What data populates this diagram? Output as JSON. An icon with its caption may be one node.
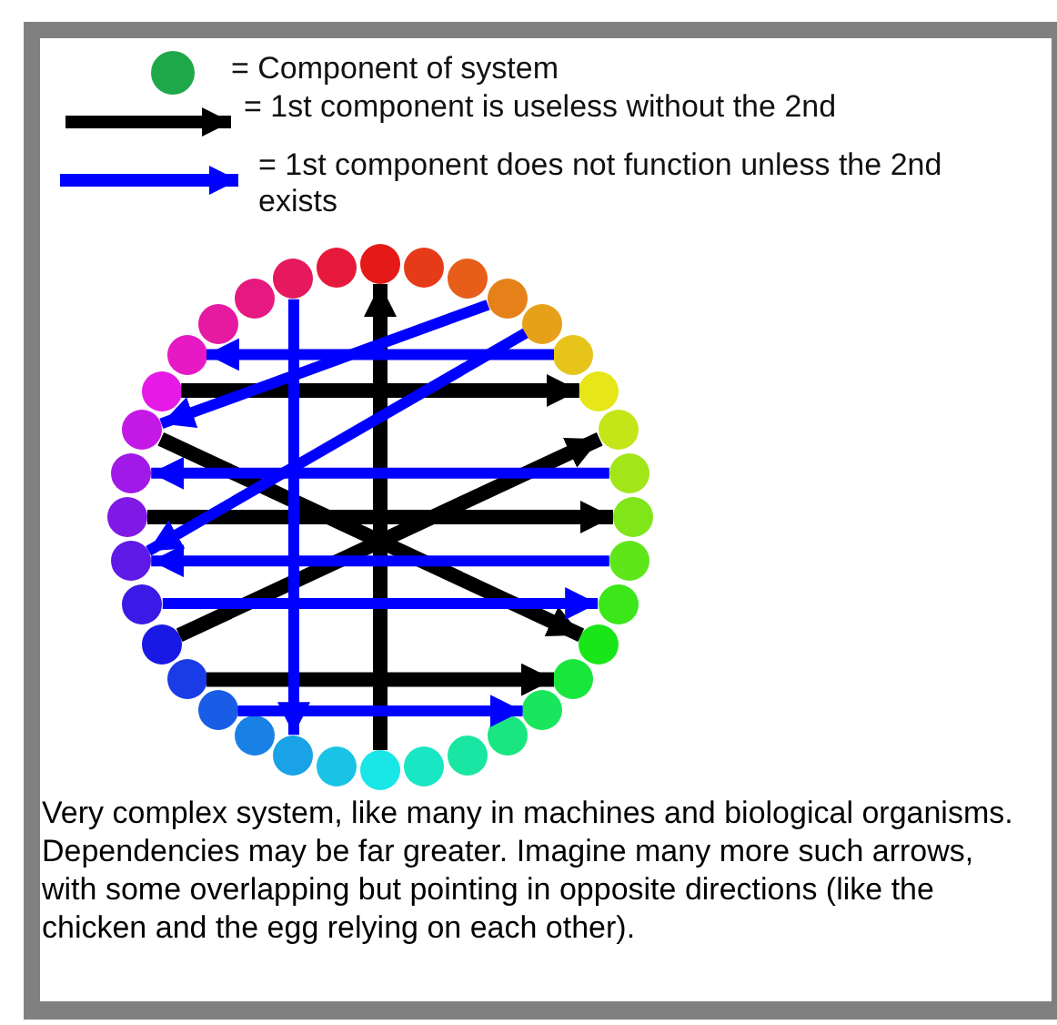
{
  "diagram": {
    "caption": "Very complex system, like many in machines and biological organisms. Dependencies may be far greater. Imagine many more such arrows, with some overlapping but pointing in opposite directions (like the chicken and the egg relying on each other).",
    "nodes": [
      {
        "text": [],
        "shape": "circle"
      },
      {
        "text": [],
        "shape": "circle"
      },
      {
        "text": [],
        "shape": "circle"
      },
      {
        "text": [],
        "shape": "circle"
      },
      {
        "text": [],
        "shape": "circle"
      },
      {
        "text": [],
        "shape": "circle"
      },
      {
        "text": [],
        "shape": "circle"
      },
      {
        "text": [],
        "shape": "circle"
      },
      {
        "text": [],
        "shape": "circle"
      },
      {
        "text": [],
        "shape": "circle"
      },
      {
        "text": [],
        "shape": "circle"
      },
      {
        "text": [],
        "shape": "circle"
      },
      {
        "text": [],
        "shape": "circle"
      },
      {
        "text": [],
        "shape": "circle"
      },
      {
        "text": [],
        "shape": "circle"
      },
      {
        "text": [],
        "shape": "circle"
      },
      {
        "text": [],
        "shape": "circle"
      },
      {
        "text": [],
        "shape": "circle"
      },
      {
        "text": [],
        "shape": "circle"
      },
      {
        "text": [],
        "shape": "circle"
      },
      {
        "text": [],
        "shape": "circle"
      },
      {
        "text": [],
        "shape": "circle"
      },
      {
        "text": [],
        "shape": "circle"
      },
      {
        "text": [],
        "shape": "circle"
      },
      {
        "text": [],
        "shape": "circle"
      },
      {
        "text": [],
        "shape": "circle"
      },
      {
        "text": [],
        "shape": "circle"
      },
      {
        "text": [],
        "shape": "circle"
      },
      {
        "text": [],
        "shape": "circle"
      },
      {
        "text": [],
        "shape": "circle"
      },
      {
        "text": [],
        "shape": "circle"
      },
      {
        "text": [],
        "shape": "circle"
      },
      {
        "text": [],
        "shape": "circle"
      },
      {
        "text": [],
        "shape": "circle"
      },
      {
        "text": [],
        "shape": "circle"
      },
      {
        "text": [],
        "shape": "circle"
      }
    ],
    "edges": [
      {
        "from": 18,
        "to": 0,
        "arrow": "to",
        "color": "#000000"
      },
      {
        "from": 30,
        "to": 6,
        "arrow": "to",
        "color": "#000000"
      },
      {
        "from": 29,
        "to": 12,
        "arrow": "to",
        "color": "#000000"
      },
      {
        "from": 24,
        "to": 7,
        "arrow": "to",
        "color": "#000000"
      },
      {
        "from": 27,
        "to": 9,
        "arrow": "to",
        "color": "#000000"
      },
      {
        "from": 23,
        "to": 13,
        "arrow": "to",
        "color": "#000000"
      },
      {
        "from": 5,
        "to": 31,
        "arrow": "to"
      },
      {
        "from": 3,
        "to": 29,
        "arrow": "to"
      },
      {
        "from": 4,
        "to": 26,
        "arrow": "to"
      },
      {
        "from": 8,
        "to": 28,
        "arrow": "to"
      },
      {
        "from": 10,
        "to": 26,
        "arrow": "to"
      },
      {
        "from": 25,
        "to": 11,
        "arrow": "to"
      },
      {
        "from": 34,
        "to": 20,
        "arrow": "to"
      },
      {
        "from": 22,
        "to": 14,
        "arrow": "to"
      }
    ],
    "legend": [
      {
        "text": "= Component of system"
      },
      {
        "text": "= 1st component is useless without the 2nd"
      },
      {
        "text": "= 1st component does not function unless the 2nd exists"
      }
    ]
  }
}
